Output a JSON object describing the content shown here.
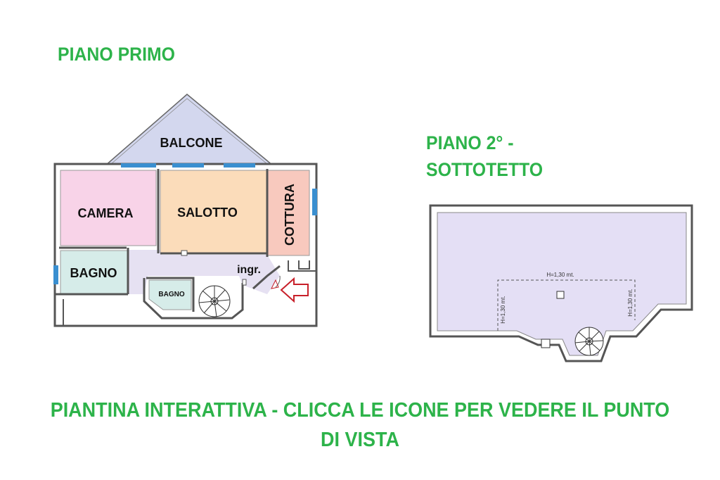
{
  "headings": {
    "first_floor": "PIANO PRIMO",
    "attic_line1": "PIANO 2° -",
    "attic_line2": "SOTTOTETTO",
    "caption": "PIANTINA INTERATTIVA - CLICCA LE ICONE PER VEDERE IL PUNTO DI VISTA"
  },
  "first_floor": {
    "rooms": {
      "balcone": "BALCONE",
      "camera": "CAMERA",
      "salotto": "SALOTTO",
      "cottura": "COTTURA",
      "bagno": "BAGNO",
      "bagno_small": "BAGNO",
      "ingresso": "ingr."
    }
  },
  "attic": {
    "dimensions": {
      "top": "H=1,30 mt.",
      "left": "H=1,30 mt.",
      "right": "H=1,30 mt."
    }
  },
  "colors": {
    "heading_green": "#2db34a",
    "balcone": "#d3d7ee",
    "camera": "#f8d3e8",
    "salotto": "#fbdcba",
    "cottura": "#f8c9be",
    "bagno": "#d6ece9",
    "corridor": "#e6e1f2",
    "attic": "#e4dff5",
    "window_blue": "#3a8fd0",
    "entry_arrow": "#c8202a"
  }
}
